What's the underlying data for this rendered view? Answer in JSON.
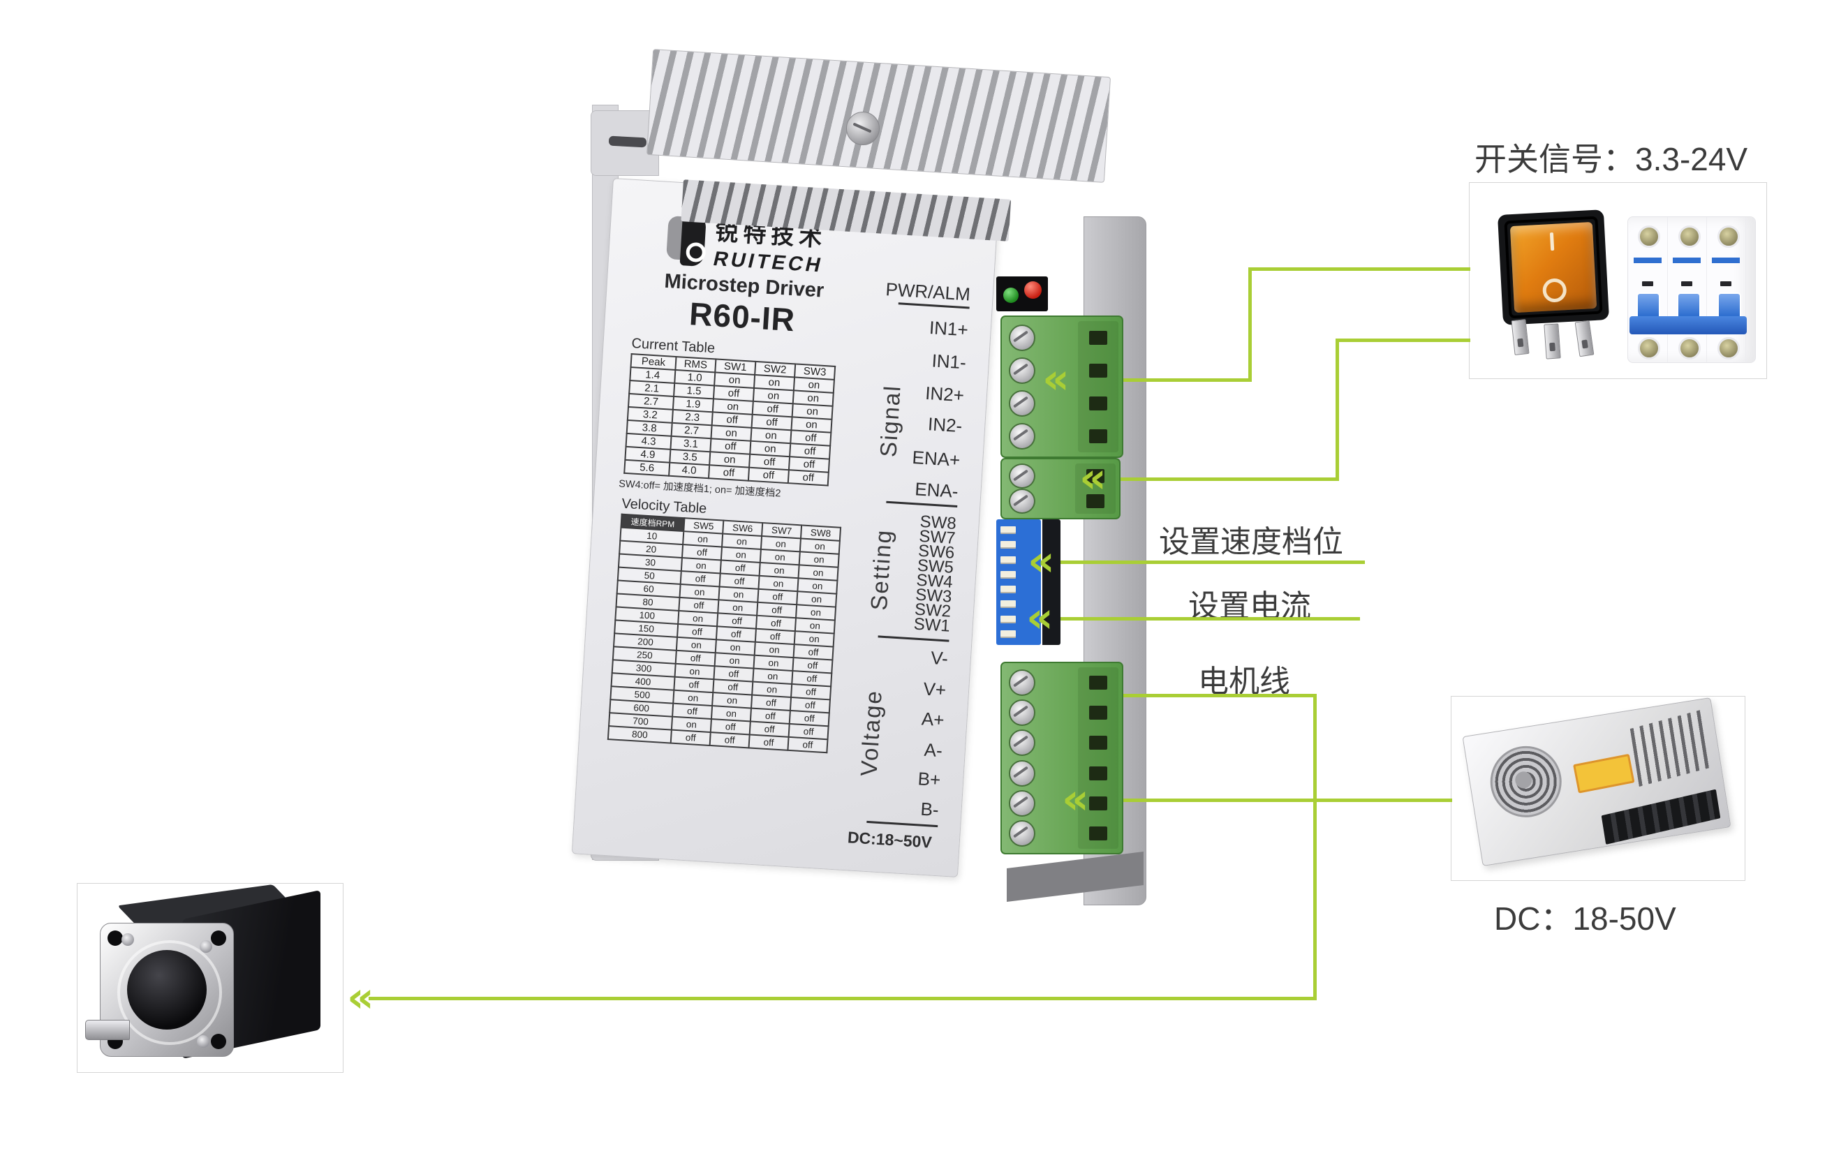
{
  "driver": {
    "brand_cn": "锐特技术",
    "brand_en": "RUITECH",
    "product": "Microstep Driver",
    "model": "R60-IR",
    "current_table": {
      "title": "Current Table",
      "headers": [
        "Peak",
        "RMS",
        "SW1",
        "SW2",
        "SW3"
      ],
      "rows": [
        [
          "1.4",
          "1.0",
          "on",
          "on",
          "on"
        ],
        [
          "2.1",
          "1.5",
          "off",
          "on",
          "on"
        ],
        [
          "2.7",
          "1.9",
          "on",
          "off",
          "on"
        ],
        [
          "3.2",
          "2.3",
          "off",
          "off",
          "on"
        ],
        [
          "3.8",
          "2.7",
          "on",
          "on",
          "off"
        ],
        [
          "4.3",
          "3.1",
          "off",
          "on",
          "off"
        ],
        [
          "4.9",
          "3.5",
          "on",
          "off",
          "off"
        ],
        [
          "5.6",
          "4.0",
          "off",
          "off",
          "off"
        ]
      ]
    },
    "sw4_note": "SW4:off= 加速度档1; on= 加速度档2",
    "velocity_table": {
      "title": "Velocity Table",
      "headers": [
        "速度档RPM",
        "SW5",
        "SW6",
        "SW7",
        "SW8"
      ],
      "rows": [
        [
          "10",
          "on",
          "on",
          "on",
          "on"
        ],
        [
          "20",
          "off",
          "on",
          "on",
          "on"
        ],
        [
          "30",
          "on",
          "off",
          "on",
          "on"
        ],
        [
          "50",
          "off",
          "off",
          "on",
          "on"
        ],
        [
          "60",
          "on",
          "on",
          "off",
          "on"
        ],
        [
          "80",
          "off",
          "on",
          "off",
          "on"
        ],
        [
          "100",
          "on",
          "off",
          "off",
          "on"
        ],
        [
          "150",
          "off",
          "off",
          "off",
          "on"
        ],
        [
          "200",
          "on",
          "on",
          "on",
          "off"
        ],
        [
          "250",
          "off",
          "on",
          "on",
          "off"
        ],
        [
          "300",
          "on",
          "off",
          "on",
          "off"
        ],
        [
          "400",
          "off",
          "off",
          "on",
          "off"
        ],
        [
          "500",
          "on",
          "on",
          "off",
          "off"
        ],
        [
          "600",
          "off",
          "on",
          "off",
          "off"
        ],
        [
          "700",
          "on",
          "off",
          "off",
          "off"
        ],
        [
          "800",
          "off",
          "off",
          "off",
          "off"
        ]
      ]
    },
    "panel": {
      "pwr_label": "PWR/ALM",
      "signal_section": "Signal",
      "signal_pins": [
        "IN1+",
        "IN1-",
        "IN2+",
        "IN2-",
        "ENA+",
        "ENA-"
      ],
      "setting_section": "Setting",
      "setting_pins": [
        "SW8",
        "SW7",
        "SW6",
        "SW5",
        "SW4",
        "SW3",
        "SW2",
        "SW1"
      ],
      "voltage_section": "Voltage",
      "voltage_pins": [
        "V-",
        "V+",
        "A+",
        "A-",
        "B+",
        "B-"
      ],
      "dc_label": "DC:18~50V"
    }
  },
  "annotations": {
    "switch_signal": "开关信号：3.3-24V",
    "speed_setting": "设置速度档位",
    "current_setting": "设置电流",
    "motor_wire": "电机线",
    "dc_supply": "DC：18-50V"
  },
  "icons": {
    "chevron": "«"
  },
  "colors": {
    "line": "#a9ce35",
    "terminal_green": "#6aa757",
    "dip_blue": "#2c6fd6",
    "led_green": "#1e8a1e",
    "led_red": "#c71f12",
    "rocker_orange": "#e07c10",
    "breaker_blue": "#2f6fd0"
  }
}
